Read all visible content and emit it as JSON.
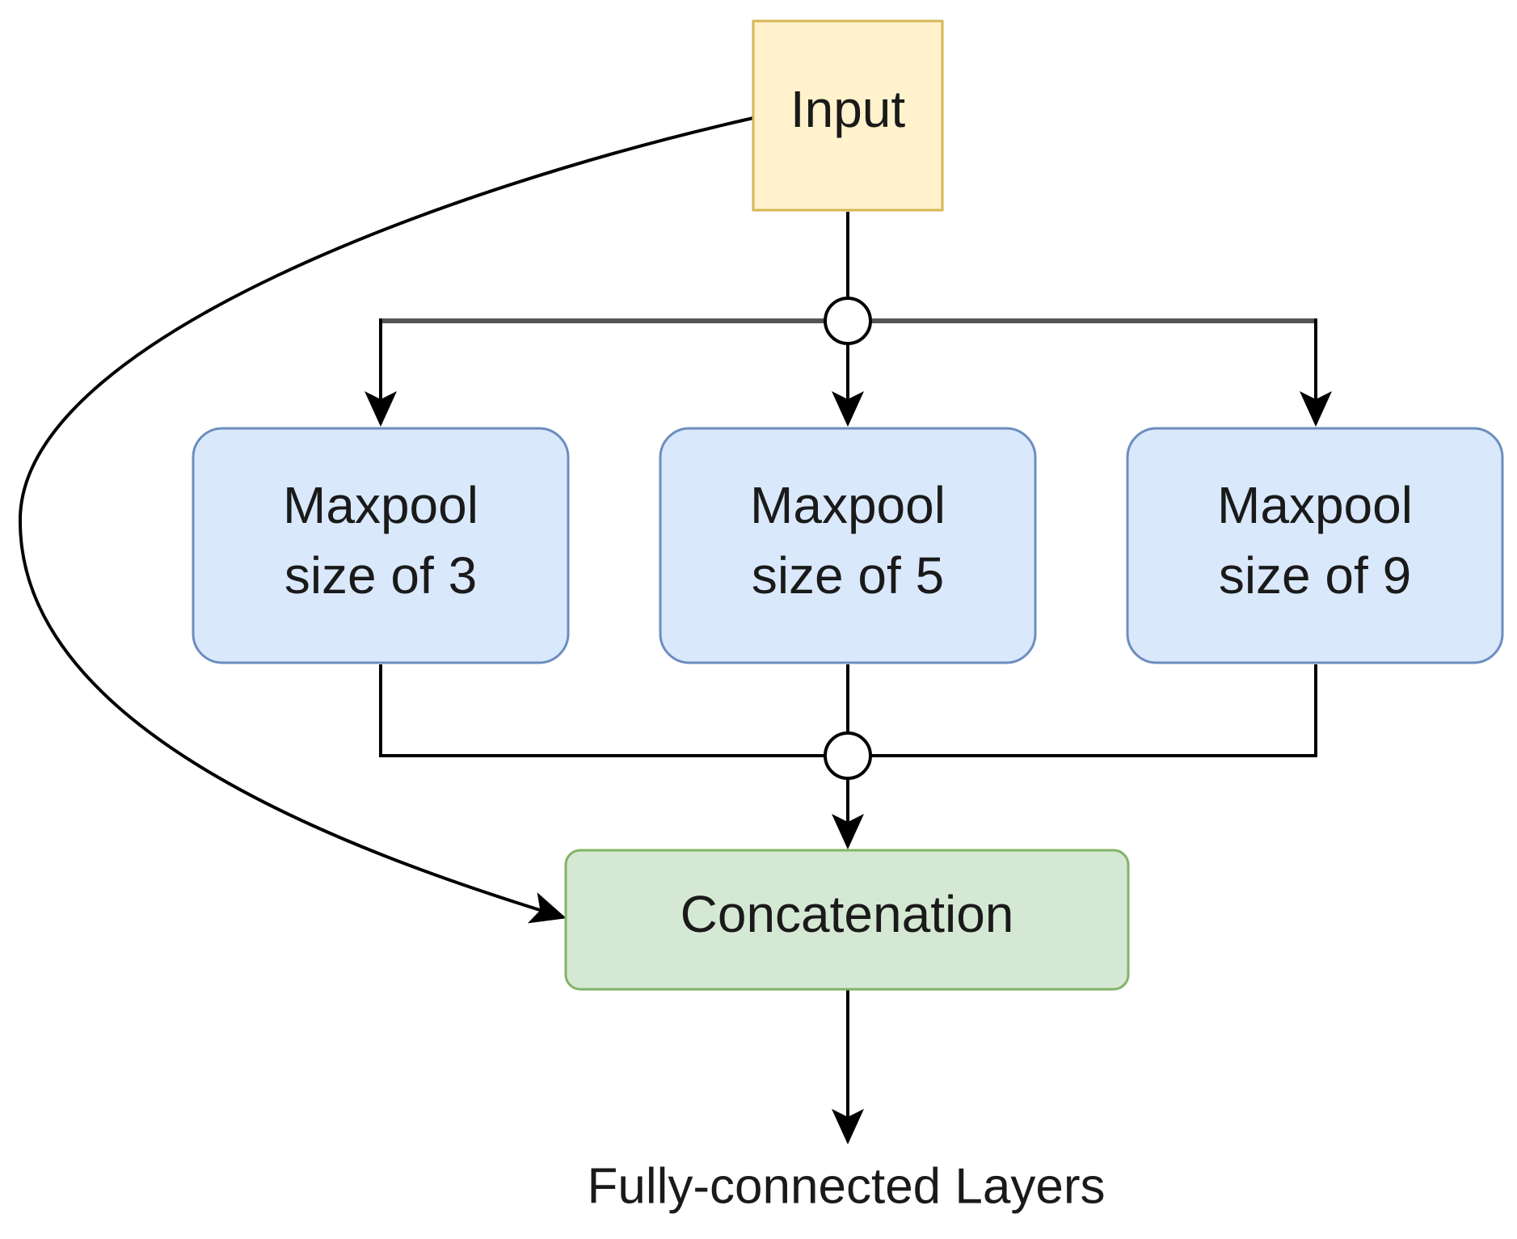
{
  "colors": {
    "background": "#ffffff",
    "line": "#000000",
    "input_fill": "#fff2cc",
    "input_stroke": "#d6b656",
    "maxpool_fill": "#dae8fc",
    "maxpool_stroke": "#6c8ebf",
    "concat_fill": "#d5e8d4",
    "concat_stroke": "#82b366",
    "junction_fill": "#ffffff",
    "text": "#1a1a1a"
  },
  "nodes": {
    "input": {
      "label": "Input"
    },
    "maxpool_3": {
      "line1": "Maxpool",
      "line2": "size of 3"
    },
    "maxpool_5": {
      "line1": "Maxpool",
      "line2": "size of 5"
    },
    "maxpool_9": {
      "line1": "Maxpool",
      "line2": "size of 9"
    },
    "concatenation": {
      "label": "Concatenation"
    },
    "output": {
      "label": "Fully-connected Layers"
    }
  },
  "edges": [
    {
      "from": "input",
      "to": "split-junction"
    },
    {
      "from": "split-junction",
      "to": "maxpool_3"
    },
    {
      "from": "split-junction",
      "to": "maxpool_5"
    },
    {
      "from": "split-junction",
      "to": "maxpool_9"
    },
    {
      "from": "maxpool_3",
      "to": "merge-junction"
    },
    {
      "from": "maxpool_5",
      "to": "merge-junction"
    },
    {
      "from": "maxpool_9",
      "to": "merge-junction"
    },
    {
      "from": "merge-junction",
      "to": "concatenation"
    },
    {
      "from": "input",
      "to": "concatenation",
      "style": "curved-skip"
    },
    {
      "from": "concatenation",
      "to": "output"
    }
  ]
}
